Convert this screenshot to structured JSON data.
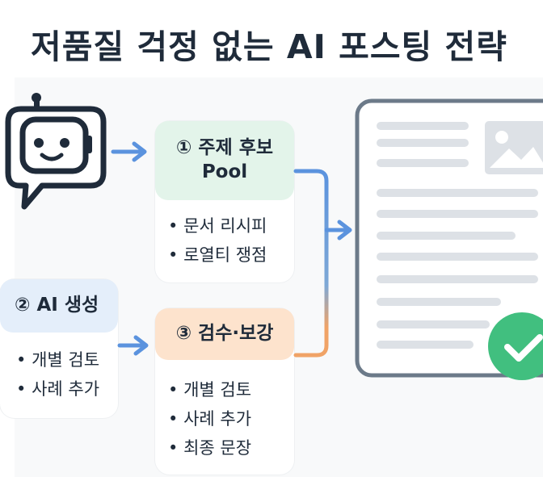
{
  "title": "저품질 걱정 없는 AI 포스팅 전략",
  "step1": {
    "title_line1": "① 주제 후보",
    "title_line2": "Pool",
    "bullets": [
      "문서 리시피",
      "로열티 쟁점"
    ]
  },
  "step2": {
    "title": "② AI 생성",
    "bullets": [
      "개별 검토",
      "사례 추가"
    ]
  },
  "step3": {
    "title": "③ 검수·보강",
    "bullets": [
      "개별 검토",
      "사례 추가",
      "최종 문장"
    ]
  },
  "icons": [
    "robot-chat-icon",
    "document-icon",
    "image-icon",
    "check-icon"
  ],
  "colors": {
    "green_head": "#e3f4ea",
    "blue_head": "#e4eefa",
    "orange_head": "#fde3cd",
    "arrow_blue": "#5b93de",
    "arrow_orange": "#f0a366",
    "check": "#41bf7f"
  }
}
